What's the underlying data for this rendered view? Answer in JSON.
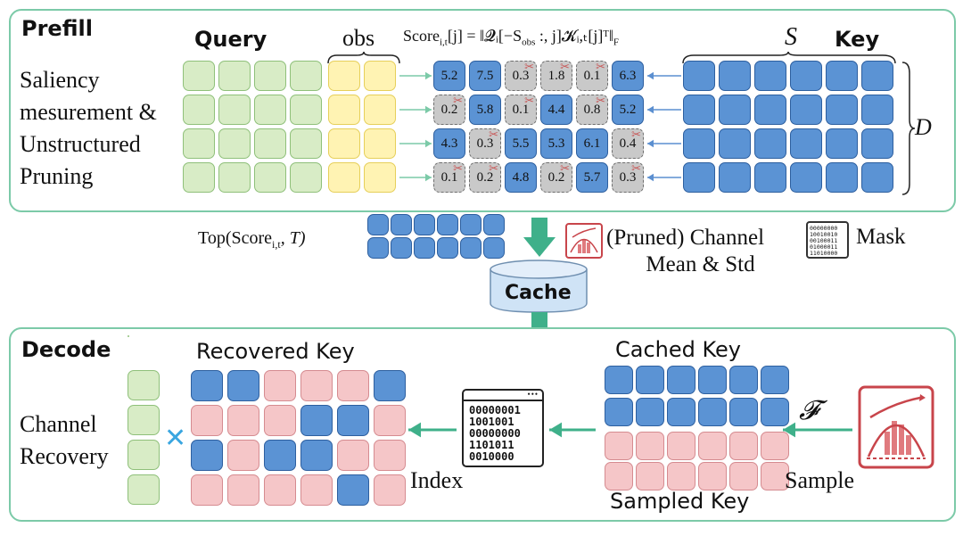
{
  "colors": {
    "panel_border": "#7ccaa8",
    "arrow_green": "#3fb08a",
    "query_green": "#d8ecc6",
    "obs_yellow": "#fff3b3",
    "key_blue": "#5b93d4",
    "pruned_gray": "#c9c9c9",
    "sampled_red": "#f5c6c8",
    "cross_blue": "#3aa6e0"
  },
  "prefill": {
    "title": "Prefill",
    "desc_lines": [
      "Saliency",
      "mesurement &",
      "Unstructured",
      "Pruning"
    ],
    "query_label": "Query",
    "obs_label": "obs",
    "formula": "Score",
    "formula_sub": "i,t",
    "formula_rest": "[j] = ‖𝓠ᵢ[−S",
    "formula_obs": "obs",
    "formula_tail": " :, j]𝓚ᵢ,ₜ[j]ᵀ‖",
    "formula_F": "F",
    "s_label": "S",
    "key_label": "Key",
    "d_label": "D",
    "scores": [
      [
        [
          "5.2",
          false
        ],
        [
          "7.5",
          false
        ],
        [
          "0.3",
          true
        ],
        [
          "1.8",
          true
        ],
        [
          "0.1",
          true
        ],
        [
          "6.3",
          false
        ]
      ],
      [
        [
          "0.2",
          true
        ],
        [
          "5.8",
          false
        ],
        [
          "0.1",
          true
        ],
        [
          "4.4",
          false
        ],
        [
          "0.8",
          true
        ],
        [
          "5.2",
          false
        ]
      ],
      [
        [
          "4.3",
          false
        ],
        [
          "0.3",
          true
        ],
        [
          "5.5",
          false
        ],
        [
          "5.3",
          false
        ],
        [
          "6.1",
          false
        ],
        [
          "0.4",
          true
        ]
      ],
      [
        [
          "0.1",
          true
        ],
        [
          "0.2",
          true
        ],
        [
          "4.8",
          false
        ],
        [
          "0.2",
          true
        ],
        [
          "5.7",
          false
        ],
        [
          "0.3",
          true
        ]
      ]
    ]
  },
  "middle": {
    "top_label": "Top(Score",
    "top_sub": "i,t",
    "top_tail": ", T)",
    "channel_label_1": "(Pruned) Channel",
    "channel_label_2": "Mean & Std",
    "mask_label": "Mask",
    "mask_bits": [
      "00000000",
      "10010010",
      "00100011",
      "01000011",
      "11010000"
    ],
    "cache_label": "Cache"
  },
  "decode": {
    "title": "Decode",
    "recovered_label": "Recovered Key",
    "channel_recovery_1": "Channel",
    "channel_recovery_2": "Recovery",
    "index_label": "Index",
    "index_bits": [
      "00000001",
      "1001001",
      "00000000",
      "1101011",
      "0010000"
    ],
    "cached_label": "Cached Key",
    "sampled_label": "Sampled Key",
    "sample_label": "Sample",
    "f_label": "𝓕",
    "recovered_grid": [
      [
        "b",
        "b",
        "r",
        "r",
        "r",
        "b"
      ],
      [
        "r",
        "r",
        "r",
        "b",
        "b",
        "r"
      ],
      [
        "b",
        "r",
        "b",
        "b",
        "r",
        "r"
      ],
      [
        "r",
        "r",
        "r",
        "r",
        "b",
        "r"
      ]
    ]
  }
}
